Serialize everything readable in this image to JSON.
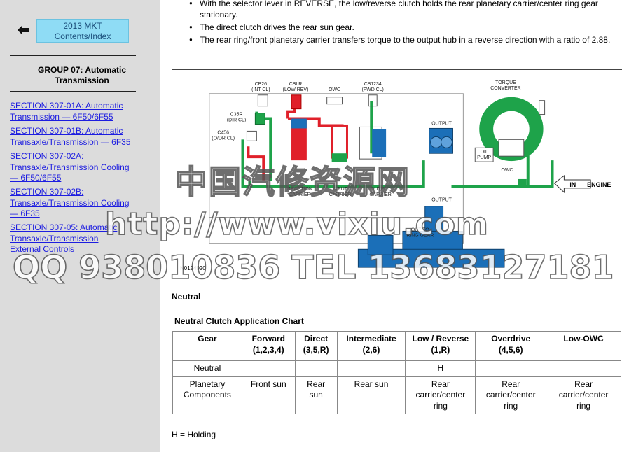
{
  "sidebar": {
    "home_button": {
      "line1": "2013 MKT",
      "line2": "Contents/Index"
    },
    "group_title": {
      "line1": "GROUP 07: Automatic",
      "line2": "Transmission"
    },
    "links": [
      {
        "lines": [
          "SECTION 307-01A: Automatic",
          "Transmission — 6F50/6F55"
        ]
      },
      {
        "lines": [
          "SECTION 307-01B: Automatic",
          "Transaxle/Transmission — 6F35"
        ]
      },
      {
        "lines": [
          "SECTION 307-02A:",
          "Transaxle/Transmission Cooling",
          "— 6F50/6F55"
        ]
      },
      {
        "lines": [
          "SECTION 307-02B:",
          "Transaxle/Transmission Cooling",
          "— 6F35"
        ]
      },
      {
        "lines": [
          "SECTION 307-05: Automatic",
          "Transaxle/Transmission",
          "External Controls"
        ]
      }
    ]
  },
  "content": {
    "bullets": [
      "With the selector lever in REVERSE, the low/reverse clutch holds the rear planetary carrier/center ring gear stationary.",
      "The direct clutch drives the rear sun gear.",
      "The rear ring/front planetary carrier transfers torque to the output hub in a reverse direction with a ratio of 2.88."
    ],
    "diagram": {
      "labels": {
        "cb26": [
          "CB26",
          "(INT CL)"
        ],
        "cblr": [
          "CBLR",
          "(LOW REV)"
        ],
        "owc_top": [
          "OWC"
        ],
        "cb1234": [
          "CB1234",
          "(FWD CL)"
        ],
        "torque_converter": [
          "TORQUE",
          "CONVERTER"
        ],
        "c35r": [
          "C35R",
          "(DIR CL)"
        ],
        "c456": [
          "C456",
          "(O/DR CL)"
        ],
        "output_top": [
          "OUTPUT"
        ],
        "oil_pump": [
          "OIL",
          "PUMP"
        ],
        "owc_tc": [
          "OWC"
        ],
        "reaction_carrier": [
          "REACTION",
          "CARRIER"
        ],
        "input_carrier": [
          "INPUT",
          "CARRIER"
        ],
        "output_carrier": [
          "OUTPUT",
          "CARRIER"
        ],
        "output_bottom": [
          "OUTPUT"
        ],
        "out_to_ring_gear": [
          "OUT TO",
          "RING GEAR"
        ],
        "in": "IN",
        "engine": "ENGINE",
        "figure_id": "N0124920"
      }
    },
    "neutral_heading": "Neutral",
    "chart_title": "Neutral Clutch Application Chart",
    "table": {
      "headers": [
        [
          "Gear"
        ],
        [
          "Forward",
          "(1,2,3,4)"
        ],
        [
          "Direct",
          "(3,5,R)"
        ],
        [
          "Intermediate",
          "(2,6)"
        ],
        [
          "Low / Reverse",
          "(1,R)"
        ],
        [
          "Overdrive",
          "(4,5,6)"
        ],
        [
          "Low-OWC"
        ]
      ],
      "rows": [
        [
          [
            "Neutral"
          ],
          [
            ""
          ],
          [
            ""
          ],
          [
            ""
          ],
          [
            "H"
          ],
          [
            ""
          ],
          [
            ""
          ]
        ],
        [
          [
            "Planetary",
            "Components"
          ],
          [
            "Front sun"
          ],
          [
            "Rear",
            "sun"
          ],
          [
            "Rear sun"
          ],
          [
            "Rear",
            "carrier/center",
            "ring"
          ],
          [
            "Rear",
            "carrier/center",
            "ring"
          ],
          [
            "Rear",
            "carrier/center",
            "ring"
          ]
        ]
      ]
    },
    "footnote": "H = Holding"
  },
  "watermark": {
    "line1": "中国汽修资源网",
    "line2": "http://www.vixiu.com",
    "line3": "QQ 938010836 TEL 13683127181"
  },
  "colors": {
    "sidebar_bg": "#dcdcdc",
    "home_button_bg": "#8fdcf5",
    "link": "#1d1de0",
    "oil_green": "#1ea34a",
    "clutch_red": "#e0202a",
    "output_blue": "#1b6fb8"
  }
}
